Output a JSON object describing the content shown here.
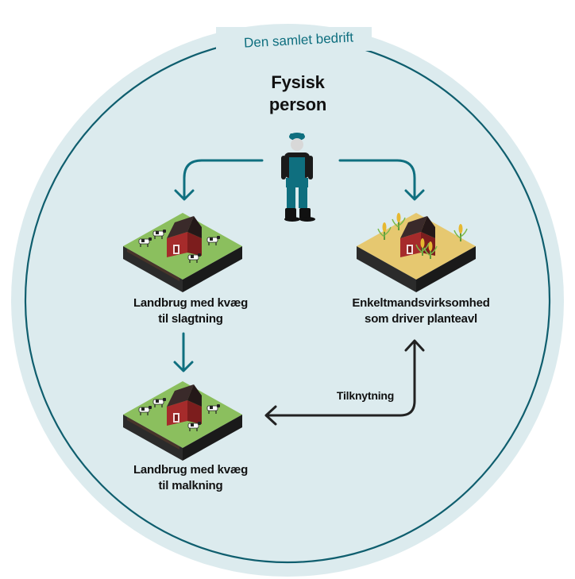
{
  "boundary": {
    "label": "Den samlet bedrift"
  },
  "person": {
    "line1": "Fysisk",
    "line2": "person"
  },
  "entities": {
    "cattle_slaughter": {
      "line1": "Landbrug med kvæg",
      "line2": "til slagtning"
    },
    "cattle_milking": {
      "line1": "Landbrug med kvæg",
      "line2": "til malkning"
    },
    "sole_prop": {
      "line1": "Enkeltmandsvirksomhed",
      "line2": "som driver planteavl"
    }
  },
  "connection": {
    "label": "Tilknytning"
  },
  "colors": {
    "circle_fill": "#dcebee",
    "circle_stroke": "#0f5e6e",
    "arrow": "#0f6f7f",
    "link_arrow": "#222222",
    "grass": "#8bbf5e",
    "field": "#e6c870",
    "soil": "#2b2b2b",
    "barn": "#a62b2b"
  }
}
